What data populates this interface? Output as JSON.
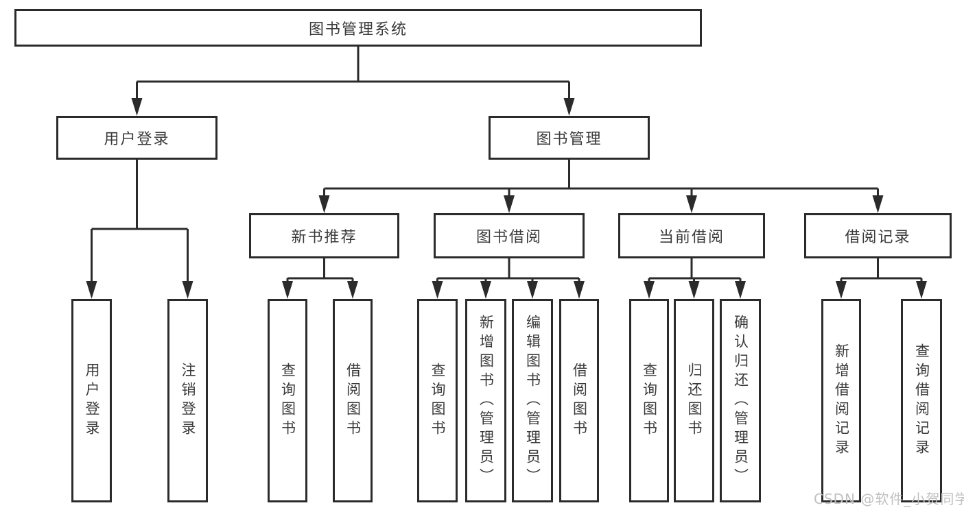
{
  "nodes": {
    "root": "图书管理系统",
    "user_login": "用户登录",
    "book_mgmt": "图书管理",
    "new_books": "新书推荐",
    "book_borrow": "图书借阅",
    "current_borrow": "当前借阅",
    "borrow_records": "借阅记录"
  },
  "leaves": {
    "user_login": [
      "用户登录",
      "注销登录"
    ],
    "new_books": [
      "查询图书",
      "借阅图书"
    ],
    "book_borrow": [
      "查询图书",
      "新增图书（管理员）",
      "编辑图书（管理员）",
      "借阅图书"
    ],
    "current_borrow": [
      "查询图书",
      "归还图书",
      "确认归还（管理员）"
    ],
    "borrow_records": [
      "新增借阅记录",
      "查询借阅记录"
    ]
  },
  "watermark": "CSDN @软件_小贺同学",
  "colors": {
    "line": "#2b2b2b",
    "text": "#3a3a3a",
    "watermark": "#c0c0c0",
    "background": "#ffffff"
  }
}
